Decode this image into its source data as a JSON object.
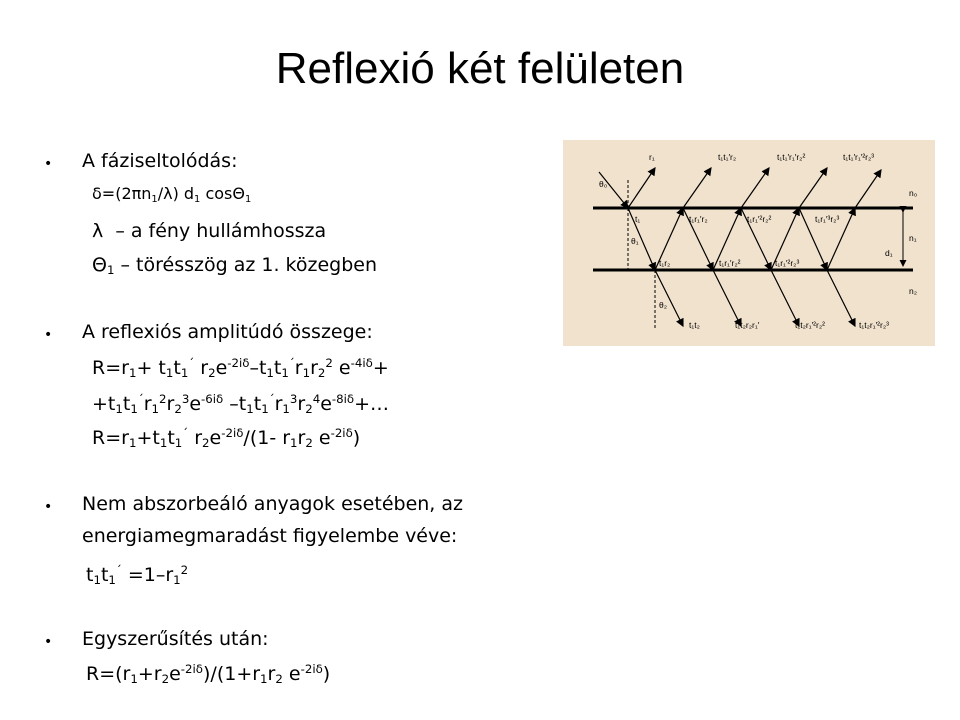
{
  "title": "Reflexió két felületen",
  "bullets": {
    "b1": "A fáziseltolódás:",
    "b2": "A reflexiós amplitúdó összege:",
    "b3_line1": "Nem abszorbeáló anyagok esetében, az",
    "b3_line2": "energiamegmaradást figyelembe véve:",
    "b4": "Egyszerűsítés után:"
  },
  "lines": {
    "lambda_desc": "a fény hullámhossza",
    "theta_desc": "– törésszög az 1. közegben"
  },
  "figure": {
    "labels": {
      "theta0": "θ₀",
      "theta1": "θ₁",
      "theta2": "θ₂",
      "n0": "n₀",
      "n1": "n₁",
      "n2": "n₂",
      "d1": "d₁",
      "top_r1": "r₁",
      "top_a": "t₁t₁′r₂",
      "top_b": "t₁t₁′r₁′r₂²",
      "top_c": "t₁t₁′r₁′²r₂³",
      "mid_t1": "t₁",
      "mid_a": "t₁r₁′r₂",
      "mid_b": "t₁r₁′²r₂²",
      "mid_c": "t₁r₁′³r₂³",
      "low_a": "t₁r₂",
      "low_b": "t₁r₁′r₂²",
      "low_c": "t₁r₁′²r₂³",
      "bot_a": "t₁t₂",
      "bot_b": "t₁t₂r₂r₁′",
      "bot_c": "t₁t₂r₁′²r₂²",
      "bot_d": "t₁t₂r₁′²r₂³"
    }
  },
  "colors": {
    "background": "#ffffff",
    "figure_bg": "#f1e2cd"
  }
}
